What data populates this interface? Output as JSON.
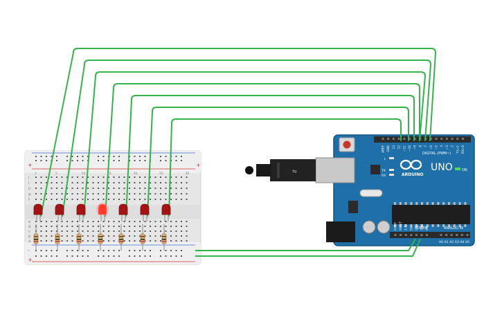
{
  "arduino": {
    "model": "UNO",
    "brand": "ARDUINO",
    "on_label": "ON",
    "tx_label": "TX",
    "rx_label": "RX",
    "l_label": "L",
    "digital_label": "DIGITAL (PWM~)",
    "power_label": "POWER",
    "analog_label": "ANALOG IN",
    "digital_pins": [
      "AREF",
      "GND",
      "13",
      "12",
      "~11",
      "~10",
      "~9",
      "8",
      "7",
      "~6",
      "~5",
      "4",
      "~3",
      "2",
      "TX→1",
      "RX←0"
    ],
    "power_pins": [
      "IOREF",
      "RESET",
      "3.3V",
      "5V",
      "GND",
      "GND",
      "Vin"
    ],
    "analog_pins": [
      "A0",
      "A1",
      "A2",
      "A3",
      "A4",
      "A5"
    ]
  },
  "breadboard": {
    "rail_plus": "+",
    "rail_minus": "-",
    "row_labels_top": [
      "j",
      "i",
      "h",
      "g",
      "f"
    ],
    "row_labels_bottom": [
      "e",
      "d",
      "c",
      "b",
      "a"
    ],
    "column_numbers": [
      "1",
      "5",
      "10",
      "15",
      "20",
      "25",
      "30"
    ]
  },
  "circuit": {
    "led_count": 7,
    "led_states": [
      0,
      0,
      0,
      1,
      0,
      0,
      0
    ],
    "led_color_off": "#a31515",
    "led_color_on": "#ff3b30",
    "wire_color": "#36b24a",
    "resistor_count": 7
  },
  "colors": {
    "board": "#1f6fa8",
    "board_dark": "#155583",
    "header": "#2b2b2b",
    "breadboard": "#e9e9e9",
    "rail_red": "#d33",
    "rail_blue": "#3a6bd6"
  }
}
